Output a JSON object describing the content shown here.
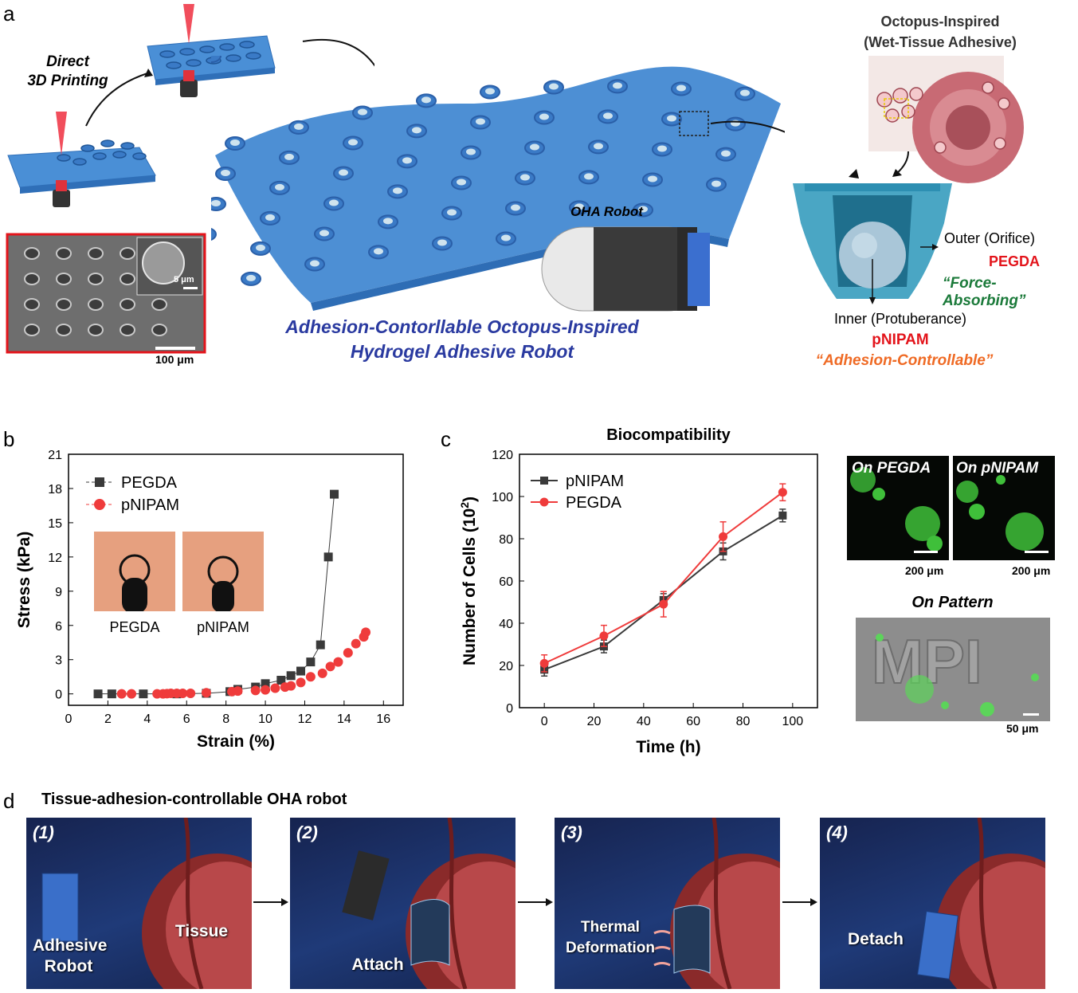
{
  "panel_a": {
    "label": "a",
    "printing_text": "Direct\n3D Printing",
    "sem_scale_small": "5 μm",
    "sem_scale_large": "100 μm",
    "robot_label": "OHA Robot",
    "title_line1": "Adhesion-Contorllable Octopus-Inspired",
    "title_line2": "Hydrogel Adhesive Robot",
    "octopus_line1": "Octopus-Inspired",
    "octopus_line2": "(Wet-Tissue Adhesive)",
    "outer_label": "Outer (Orifice)",
    "outer_material": "PEGDA",
    "outer_desc": "“Force-Absorbing”",
    "inner_label": "Inner (Protuberance)",
    "inner_material": "pNIPAM",
    "inner_desc": "“Adhesion-Controllable”",
    "colors": {
      "title_blue": "#2a3aa0",
      "material_red": "#e3141b",
      "force_green": "#1b7a3a",
      "adhesion_orange": "#ef6a24",
      "hydrogel_blue": "#4a8fd6"
    }
  },
  "panel_b": {
    "label": "b",
    "inset_left": "PEGDA",
    "inset_right": "pNIPAM",
    "chart_data": {
      "type": "scatter",
      "xlabel": "Strain (%)",
      "ylabel": "Stress (kPa)",
      "xlim": [
        0,
        17
      ],
      "ylim": [
        -1,
        21
      ],
      "xticks": [
        "0",
        "2",
        "4",
        "6",
        "8",
        "10",
        "12",
        "14",
        "16"
      ],
      "yticks": [
        "0",
        "3",
        "6",
        "9",
        "12",
        "15",
        "18",
        "21"
      ],
      "legend_position": "top-left",
      "grid": false,
      "series": [
        {
          "name": "PEGDA",
          "marker": "square",
          "color": "#3a3a3a",
          "x": [
            1.5,
            2.2,
            3.8,
            5.5,
            7.0,
            8.2,
            8.6,
            9.5,
            10.0,
            10.8,
            11.3,
            11.8,
            12.3,
            12.8,
            13.2,
            13.5
          ],
          "y": [
            0.0,
            0.0,
            0.0,
            0.0,
            0.05,
            0.2,
            0.4,
            0.6,
            0.9,
            1.2,
            1.6,
            2.0,
            2.8,
            4.3,
            12.0,
            17.5
          ]
        },
        {
          "name": "pNIPAM",
          "marker": "circle",
          "color": "#ef3b3b",
          "x": [
            2.7,
            3.2,
            4.5,
            4.8,
            5.0,
            5.2,
            5.5,
            5.8,
            6.2,
            7.0,
            8.3,
            8.6,
            9.5,
            10.0,
            10.5,
            11.0,
            11.3,
            11.8,
            12.3,
            12.9,
            13.3,
            13.7,
            14.2,
            14.6,
            15.0,
            15.1
          ],
          "y": [
            0.0,
            0.0,
            0.0,
            0.0,
            0.02,
            0.05,
            0.05,
            0.05,
            0.05,
            0.1,
            0.2,
            0.25,
            0.3,
            0.35,
            0.5,
            0.6,
            0.7,
            1.0,
            1.5,
            1.8,
            2.4,
            2.8,
            3.6,
            4.4,
            5.0,
            5.4
          ]
        }
      ]
    }
  },
  "panel_c": {
    "label": "c",
    "fluor_left": "On PEGDA",
    "fluor_right": "On pNIPAM",
    "scale_left": "200 μm",
    "scale_right": "200 μm",
    "pattern_title": "On Pattern",
    "pattern_scale": "50 μm",
    "chart_data": {
      "type": "line",
      "title": "Biocompatibility",
      "xlabel": "Time (h)",
      "ylabel_main": "Number of Cells (10",
      "ylabel_sup": "2",
      "ylabel_end": ")",
      "xlim": [
        -10,
        110
      ],
      "ylim": [
        0,
        120
      ],
      "xticks": [
        "0",
        "20",
        "40",
        "60",
        "80",
        "100"
      ],
      "yticks": [
        "0",
        "20",
        "40",
        "60",
        "80",
        "100",
        "120"
      ],
      "legend_position": "top-left",
      "grid": false,
      "series": [
        {
          "name": "pNIPAM",
          "marker": "square",
          "color": "#3a3a3a",
          "x": [
            0,
            24,
            48,
            72,
            96
          ],
          "y": [
            18,
            29,
            51,
            74,
            91
          ],
          "err": [
            3,
            3,
            3,
            4,
            3
          ]
        },
        {
          "name": "PEGDA",
          "marker": "circle",
          "color": "#ef3b3b",
          "x": [
            0,
            24,
            48,
            72,
            96
          ],
          "y": [
            21,
            34,
            49,
            81,
            102
          ],
          "err": [
            4,
            5,
            6,
            7,
            4
          ]
        }
      ]
    }
  },
  "panel_d": {
    "label": "d",
    "title": "Tissue-adhesion-controllable OHA robot",
    "steps": [
      {
        "num": "(1)",
        "label1": "Adhesive",
        "label2": "Robot",
        "label3": "Tissue"
      },
      {
        "num": "(2)",
        "label1": "Attach"
      },
      {
        "num": "(3)",
        "label1": "Thermal",
        "label2": "Deformation"
      },
      {
        "num": "(4)",
        "label1": "Detach"
      }
    ]
  }
}
